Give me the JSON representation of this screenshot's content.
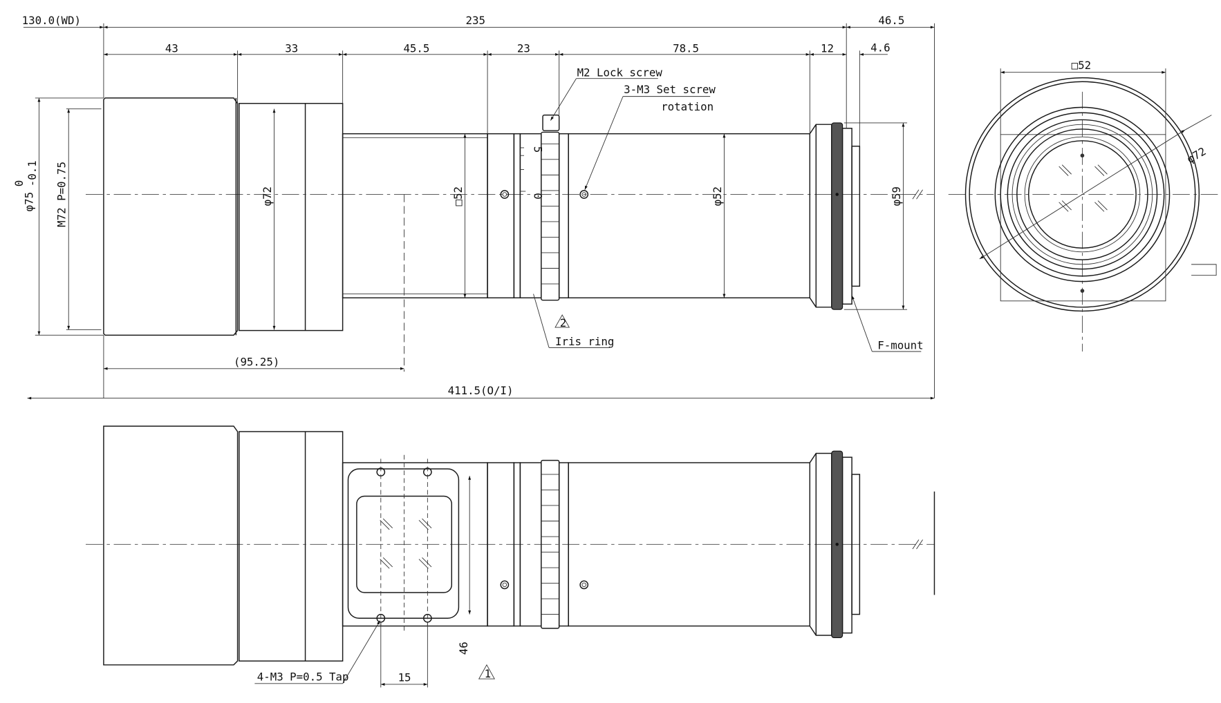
{
  "drawing": {
    "dimensions": {
      "wd": "130.0(WD)",
      "overall_235": "235",
      "rear_46_5": "46.5",
      "seg_43": "43",
      "seg_33": "33",
      "seg_45_5": "45.5",
      "seg_23": "23",
      "seg_78_5": "78.5",
      "seg_12": "12",
      "seg_4_6": "4.6",
      "dia_75": "φ75",
      "dia_75_tol_upper": "0",
      "dia_75_tol_lower": "-0.1",
      "thread_m72": "M72 P=0.75",
      "dia_72": "φ72",
      "sq_52": "□52",
      "dia_52": "φ52",
      "dia_59": "φ59",
      "len_95_25": "(95.25)",
      "len_411_5": "411.5(O/I)",
      "end_sq_52": "□52",
      "end_dia_72": "φ72",
      "bottom_46": "46",
      "bottom_15": "15"
    },
    "callouts": {
      "lock_screw": "M2 Lock screw",
      "set_screw": "3-M3 Set screw",
      "set_screw_2": "rotation",
      "iris_ring": "Iris ring",
      "iris_note": "2",
      "f_mount": "F-mount",
      "tap": "4-M3 P=0.5 Tap",
      "tap_note": "1",
      "scale_0": "0",
      "scale_top": "5"
    }
  }
}
